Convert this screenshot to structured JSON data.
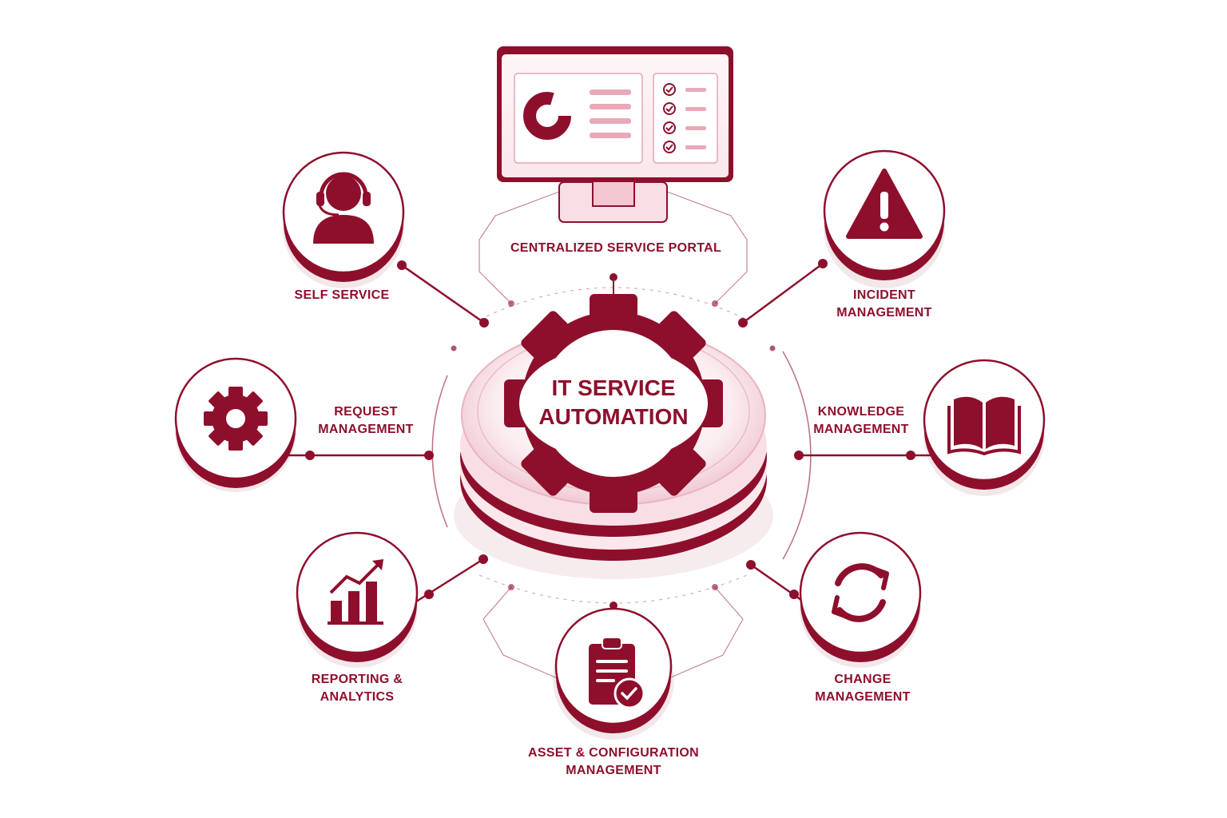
{
  "center": {
    "line1": "IT SERVICE",
    "line2": "AUTOMATION"
  },
  "portal": {
    "label": "CENTRALIZED SERVICE PORTAL",
    "icon": "monitor-dashboard-icon"
  },
  "modules": {
    "self_service": {
      "label1": "SELF SERVICE",
      "icon": "headset-agent-icon"
    },
    "incident": {
      "label1": "INCIDENT",
      "label2": "MANAGEMENT",
      "icon": "warning-triangle-icon"
    },
    "request": {
      "label1": "REQUEST",
      "label2": "MANAGEMENT",
      "icon": "gear-icon"
    },
    "knowledge": {
      "label1": "KNOWLEDGE",
      "label2": "MANAGEMENT",
      "icon": "open-book-icon"
    },
    "reporting": {
      "label1": "REPORTING &",
      "label2": "ANALYTICS",
      "icon": "bar-chart-trend-icon"
    },
    "change": {
      "label1": "CHANGE",
      "label2": "MANAGEMENT",
      "icon": "refresh-cycle-icon"
    },
    "asset": {
      "label1": "ASSET & CONFIGURATION",
      "label2": "MANAGEMENT",
      "icon": "clipboard-check-icon"
    }
  },
  "colors": {
    "primary": "#8e0f2c",
    "light": "#f6dde3",
    "mid": "#c95a74"
  }
}
